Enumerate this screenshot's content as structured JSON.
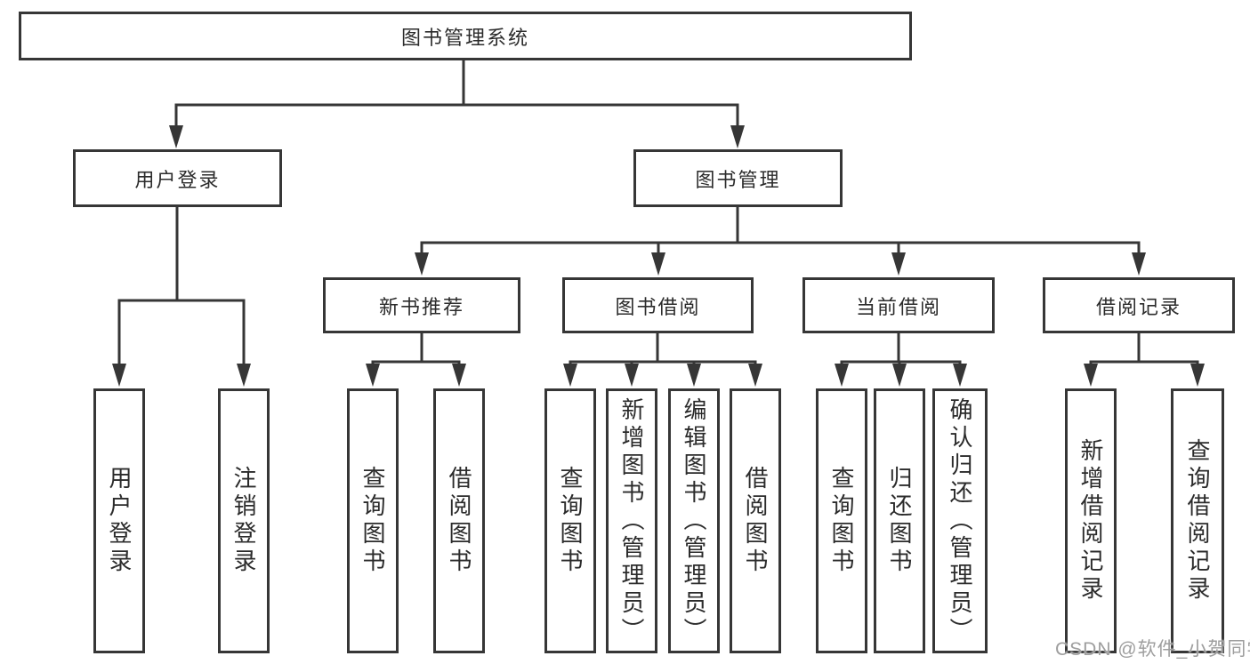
{
  "diagram": {
    "root": "图书管理系统",
    "level2": {
      "user_login": "用户登录",
      "book_mgmt": "图书管理"
    },
    "level3": {
      "new_books": "新书推荐",
      "book_borrow": "图书借阅",
      "current_borrow": "当前借阅",
      "borrow_records": "借阅记录"
    },
    "leaves": {
      "user_login": [
        "用户登录",
        "注销登录"
      ],
      "new_books": [
        "查询图书",
        "借阅图书"
      ],
      "book_borrow": [
        "查询图书",
        "新增图书（管理员）",
        "编辑图书（管理员）",
        "借阅图书"
      ],
      "current_borrow": [
        "查询图书",
        "归还图书",
        "确认归还（管理员）"
      ],
      "borrow_records": [
        "新增借阅记录",
        "查询借阅记录"
      ]
    }
  },
  "watermark": "CSDN @软件_小贺同学",
  "colors": {
    "line": "#363636",
    "text": "#2b2b2b",
    "watermark": "#9e9e9e",
    "background": "#ffffff"
  }
}
